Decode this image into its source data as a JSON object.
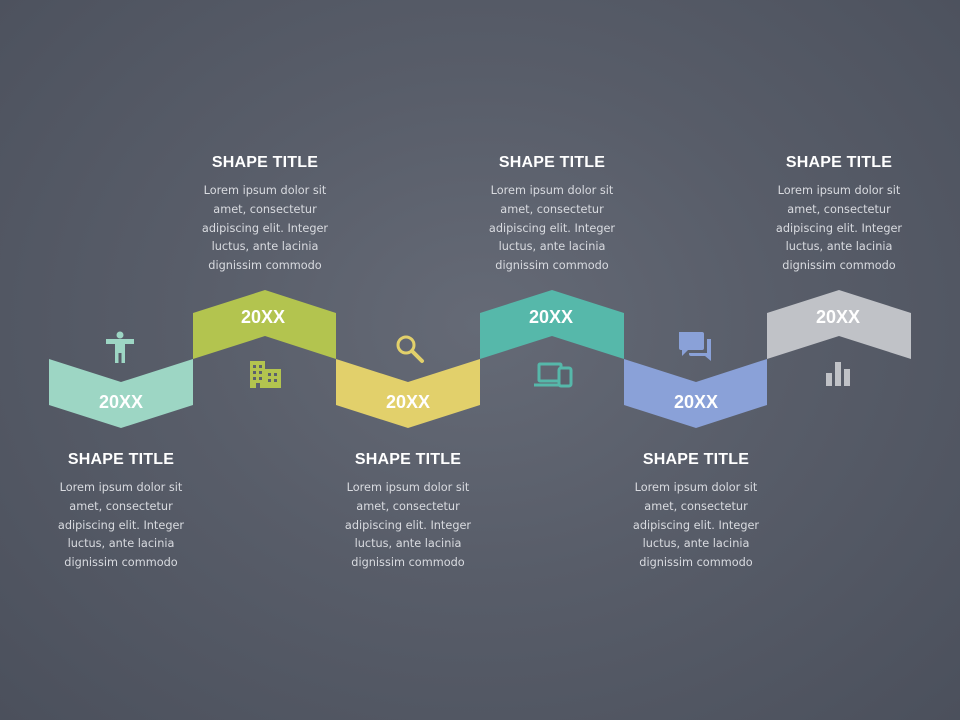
{
  "steps": [
    {
      "year": "20XX",
      "title": "SHAPE TITLE",
      "icon": "person-icon",
      "color": "#9dd6c4",
      "position": "bottom",
      "body": [
        "Lorem ipsum dolor sit",
        "amet, consectetur",
        "adipiscing elit. Integer",
        "luctus, ante lacinia",
        "dignissim commodo"
      ]
    },
    {
      "year": "20XX",
      "title": "SHAPE TITLE",
      "icon": "building-icon",
      "color": "#b3c44f",
      "position": "top",
      "body": [
        "Lorem ipsum dolor sit",
        "amet, consectetur",
        "adipiscing elit. Integer",
        "luctus, ante lacinia",
        "dignissim commodo"
      ]
    },
    {
      "year": "20XX",
      "title": "SHAPE TITLE",
      "icon": "search-icon",
      "color": "#e2d06b",
      "position": "bottom",
      "body": [
        "Lorem ipsum dolor sit",
        "amet, consectetur",
        "adipiscing elit. Integer",
        "luctus, ante lacinia",
        "dignissim commodo"
      ]
    },
    {
      "year": "20XX",
      "title": "SHAPE TITLE",
      "icon": "devices-icon",
      "color": "#56b8aa",
      "position": "top",
      "body": [
        "Lorem ipsum dolor sit",
        "amet, consectetur",
        "adipiscing elit. Integer",
        "luctus, ante lacinia",
        "dignissim commodo"
      ]
    },
    {
      "year": "20XX",
      "title": "SHAPE TITLE",
      "icon": "chat-icon",
      "color": "#8aa1d8",
      "position": "bottom",
      "body": [
        "Lorem ipsum dolor sit",
        "amet, consectetur",
        "adipiscing elit. Integer",
        "luctus, ante lacinia",
        "dignissim commodo"
      ]
    },
    {
      "year": "20XX",
      "title": "SHAPE TITLE",
      "icon": "bar-chart-icon",
      "color": "#c0c2c7",
      "position": "top",
      "body": [
        "Lorem ipsum dolor sit",
        "amet, consectetur",
        "adipiscing elit. Integer",
        "luctus, ante lacinia",
        "dignissim commodo"
      ]
    }
  ]
}
